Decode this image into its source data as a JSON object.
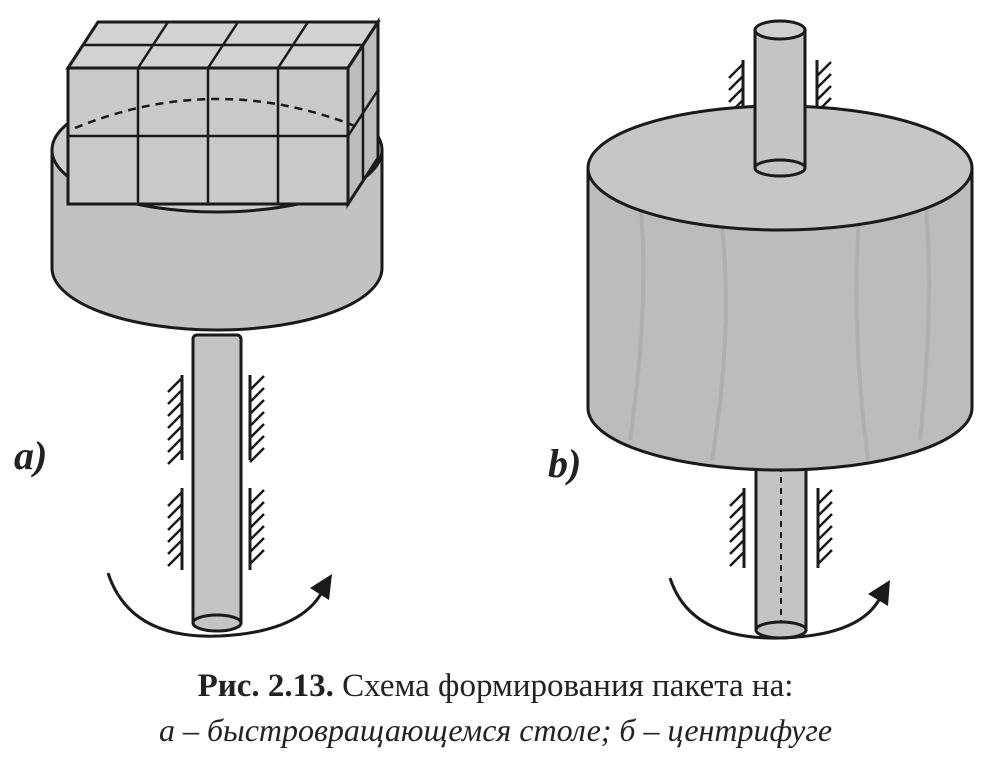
{
  "labels": {
    "a": "a)",
    "b": "b)"
  },
  "caption": {
    "number": "Рис. 2.13.",
    "title": " Схема формирования пакета на:",
    "line2": "а – быстровращающемся столе; б – центрифуге"
  },
  "colors": {
    "fill": "#c8c8c8",
    "fill_dark": "#b8b8b8",
    "stroke": "#1a1a1a"
  }
}
